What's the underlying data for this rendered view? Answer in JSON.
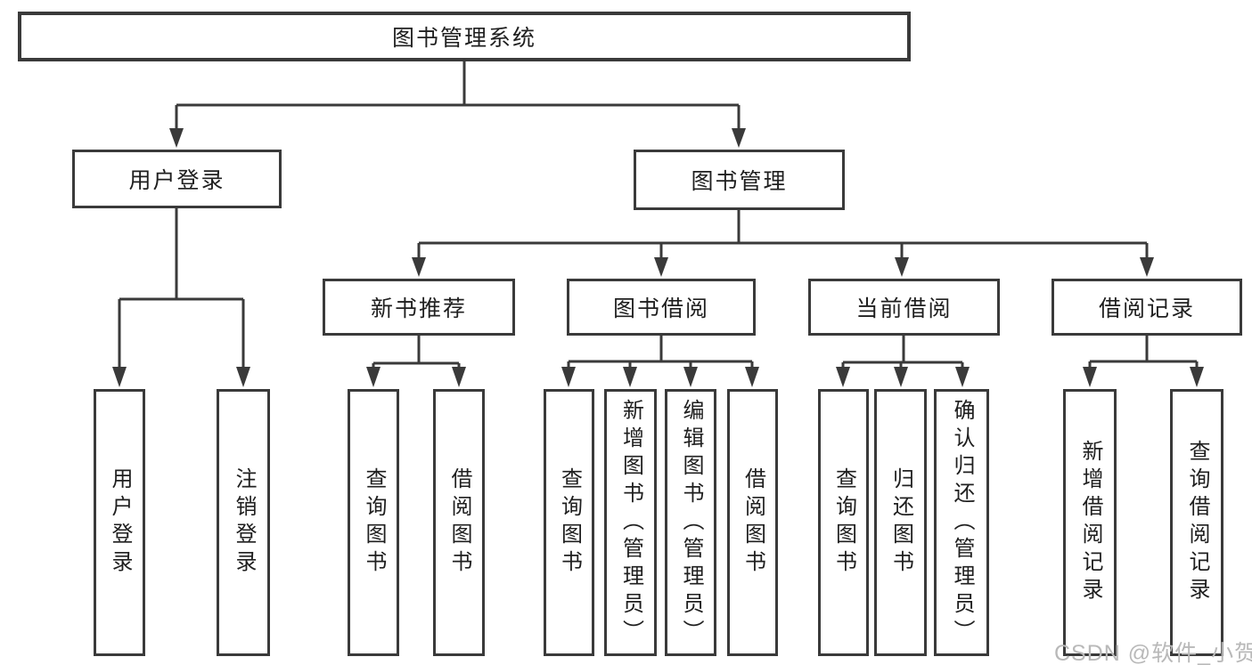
{
  "tree": {
    "root": {
      "label": "图书管理系统"
    },
    "branches": [
      {
        "label": "用户登录",
        "children": [
          {
            "label": "用户登录"
          },
          {
            "label": "注销登录"
          }
        ]
      },
      {
        "label": "图书管理",
        "children": [
          {
            "label": "新书推荐",
            "children": [
              {
                "label": "查询图书"
              },
              {
                "label": "借阅图书"
              }
            ]
          },
          {
            "label": "图书借阅",
            "children": [
              {
                "label": "查询图书"
              },
              {
                "label": "新增图书（管理员）"
              },
              {
                "label": "编辑图书（管理员）"
              },
              {
                "label": "借阅图书"
              }
            ]
          },
          {
            "label": "当前借阅",
            "children": [
              {
                "label": "查询图书"
              },
              {
                "label": "归还图书"
              },
              {
                "label": "确认归还（管理员）"
              }
            ]
          },
          {
            "label": "借阅记录",
            "children": [
              {
                "label": "新增借阅记录"
              },
              {
                "label": "查询借阅记录"
              }
            ]
          }
        ]
      }
    ]
  },
  "watermark": {
    "text": "CSDN @软件_小贺同学"
  },
  "colors": {
    "line": "#3a3a3a",
    "text": "#1f1f1f",
    "watermark": "#b9b9b9",
    "background": "#ffffff"
  }
}
